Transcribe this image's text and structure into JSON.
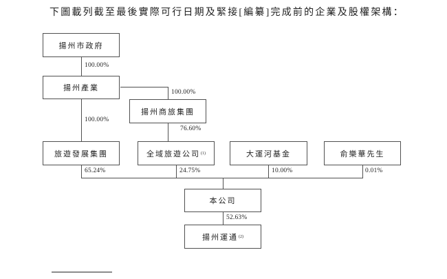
{
  "title": "下圖載列截至最後實際可行日期及緊接[編纂]完成前的企業及股權架構：",
  "nodes": {
    "government": {
      "label": "揚州市政府"
    },
    "industry": {
      "label": "揚州產業"
    },
    "shanglv_group": {
      "label": "揚州商旅集團"
    },
    "tourism_dev_group": {
      "label": "旅遊發展集團"
    },
    "quanyu_tourism": {
      "label": "全域旅遊公司",
      "note": "(1)"
    },
    "canal_fund": {
      "label": "大運河基金"
    },
    "mr_yu": {
      "label": "俞樂華先生"
    },
    "company": {
      "label": "本公司"
    },
    "yuntong": {
      "label": "揚州運通",
      "note": "(2)"
    }
  },
  "ownership": {
    "gov_to_industry": "100.00%",
    "industry_to_shanglv": "100.00%",
    "industry_to_tourism_dev": "100.00%",
    "shanglv_to_quanyu": "76.60%",
    "tourism_dev_to_company": "65.24%",
    "quanyu_to_company": "24.75%",
    "canal_fund_to_company": "10.00%",
    "mr_yu_to_company": "0.01%",
    "company_to_yuntong": "52.63%"
  },
  "colors": {
    "line": "#4f4f4f",
    "text": "#1f1f1f",
    "background": "#ffffff"
  }
}
